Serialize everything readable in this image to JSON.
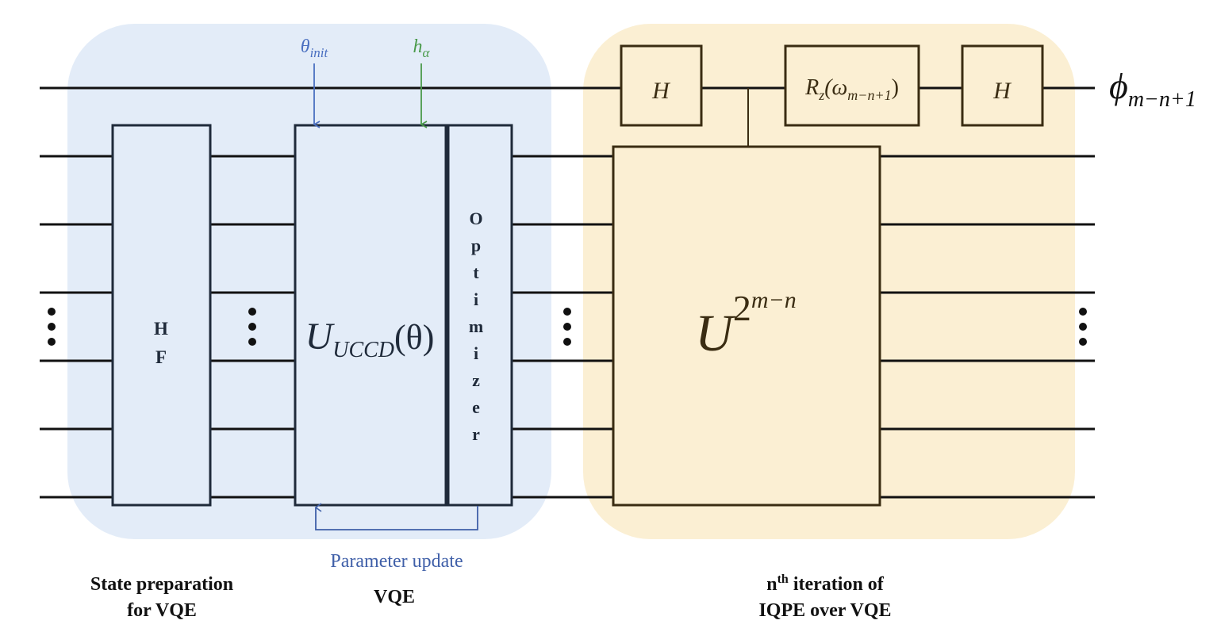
{
  "colors": {
    "vqe_region": "#e3ecf8",
    "iqpe_region": "#fbefd3",
    "vqe_box_fill": "#e3ecf8",
    "vqe_box_stroke": "#1f2a3a",
    "iqpe_box_fill": "#fbefd3",
    "iqpe_box_stroke": "#3a2c12",
    "wire": "#111111",
    "theta_arrow": "#4a6fc0",
    "h_arrow": "#4a9a4a",
    "param_update": "#3f5fa8"
  },
  "gates": {
    "hf": {
      "line1": "H",
      "line2": "F"
    },
    "uccd": {
      "base": "U",
      "sub": "UCCD",
      "arg": "(θ)"
    },
    "optimizer": {
      "letters": [
        "O",
        "p",
        "t",
        "i",
        "m",
        "i",
        "z",
        "e",
        "r"
      ]
    },
    "h_gate_1": {
      "label": "H"
    },
    "rz": {
      "base": "R",
      "sub_z": "z",
      "open": "(ω",
      "sub": "m−n+1",
      "close": ")"
    },
    "h_gate_2": {
      "label": "H"
    },
    "u_power": {
      "base": "U",
      "sup_base": "2",
      "sup_exp": "m−n"
    }
  },
  "inputs": {
    "theta_init": {
      "base": "θ",
      "sub": "init"
    },
    "h_alpha": {
      "base": "h",
      "sub": "α"
    }
  },
  "output": {
    "base": "ϕ",
    "sub": "m−n+1"
  },
  "ellipsis_icon": "vertical-ellipsis",
  "labels": {
    "param_update": "Parameter update",
    "state_prep_line1": "State preparation",
    "state_prep_line2": "for VQE",
    "vqe": "VQE",
    "iqpe_n": "n",
    "iqpe_th": "th",
    "iqpe_line1_rest": " iteration of",
    "iqpe_line2": "IQPE over VQE"
  }
}
